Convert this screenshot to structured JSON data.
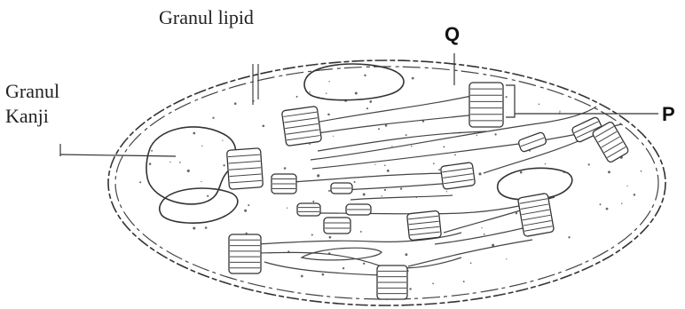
{
  "diagram": {
    "labels": {
      "granul_lipid": "Granul  lipid",
      "granul": "Granul",
      "kanji": "Kanji",
      "q": "Q",
      "p": "P"
    }
  }
}
